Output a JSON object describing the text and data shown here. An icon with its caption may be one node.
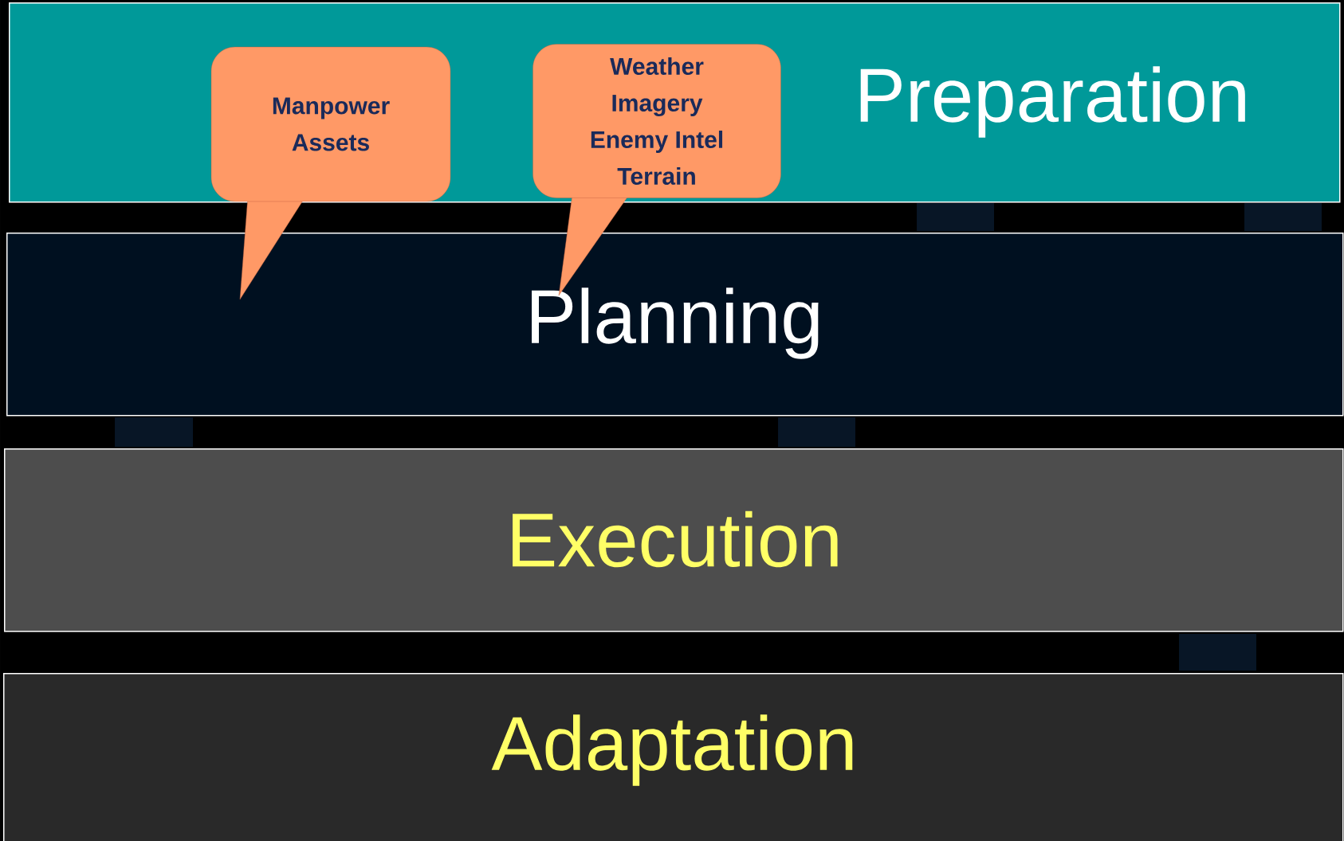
{
  "diagram": {
    "nodes": [
      {
        "text": [
          "Preparation"
        ]
      },
      {
        "text": [
          "Planning"
        ]
      },
      {
        "text": [
          "Execution"
        ]
      },
      {
        "text": [
          "Adaptation"
        ]
      },
      {
        "text": [
          "Manpower",
          "Assets"
        ],
        "in": 0
      },
      {
        "text": [
          "Weather",
          "Imagery",
          "Enemy Intel",
          "Terrain"
        ],
        "in": 0
      }
    ]
  }
}
